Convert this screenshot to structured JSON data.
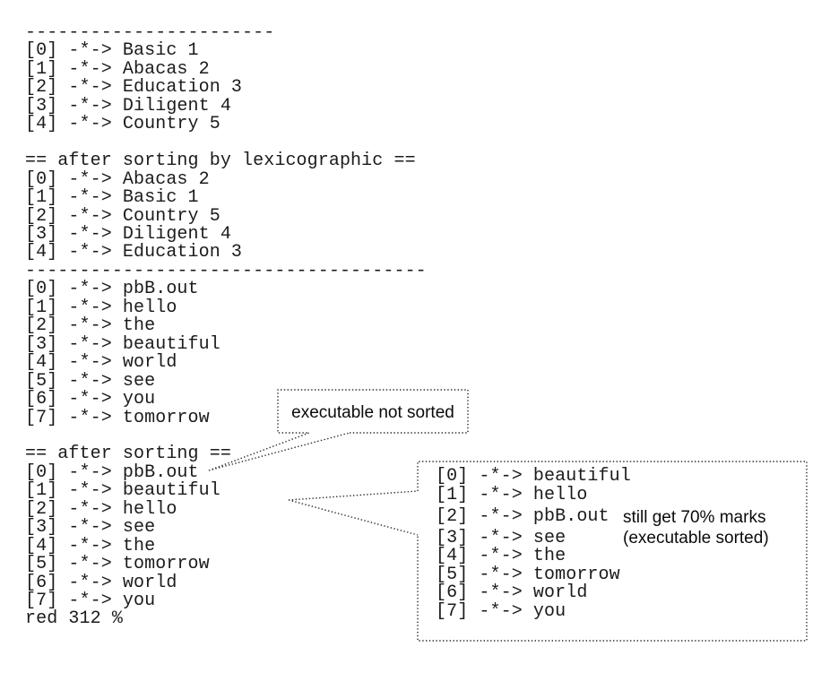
{
  "colors": {
    "background": "#ffffff",
    "terminal_text": "#1b1b1b",
    "annotation_text": "#0b0b0b",
    "dotted_border": "#2b2b2b"
  },
  "terminal": {
    "lines": [
      "-----------------------",
      "[0] -*-> Basic 1",
      "[1] -*-> Abacas 2",
      "[2] -*-> Education 3",
      "[3] -*-> Diligent 4",
      "[4] -*-> Country 5",
      "",
      "== after sorting by lexicographic ==",
      "[0] -*-> Abacas 2",
      "[1] -*-> Basic 1",
      "[2] -*-> Country 5",
      "[3] -*-> Diligent 4",
      "[4] -*-> Education 3",
      "-------------------------------------",
      "[0] -*-> pbB.out",
      "[1] -*-> hello",
      "[2] -*-> the",
      "[3] -*-> beautiful",
      "[4] -*-> world",
      "[5] -*-> see",
      "[6] -*-> you",
      "[7] -*-> tomorrow",
      "",
      "== after sorting ==",
      "[0] -*-> pbB.out",
      "[1] -*-> beautiful",
      "[2] -*-> hello",
      "[3] -*-> see",
      "[4] -*-> the",
      "[5] -*-> tomorrow",
      "[6] -*-> world",
      "[7] -*-> you",
      "red 312 %"
    ]
  },
  "callout_not_sorted": {
    "label": "executable not sorted"
  },
  "sorted_box": {
    "lines": [
      "[0] -*-> beautiful",
      "[1] -*-> hello",
      "[2] -*-> pbB.out",
      "[3] -*-> see",
      "[4] -*-> the",
      "[5] -*-> tomorrow",
      "[6] -*-> world",
      "[7] -*-> you"
    ],
    "note_line1": "still get 70% marks",
    "note_line2": "(executable sorted)"
  }
}
